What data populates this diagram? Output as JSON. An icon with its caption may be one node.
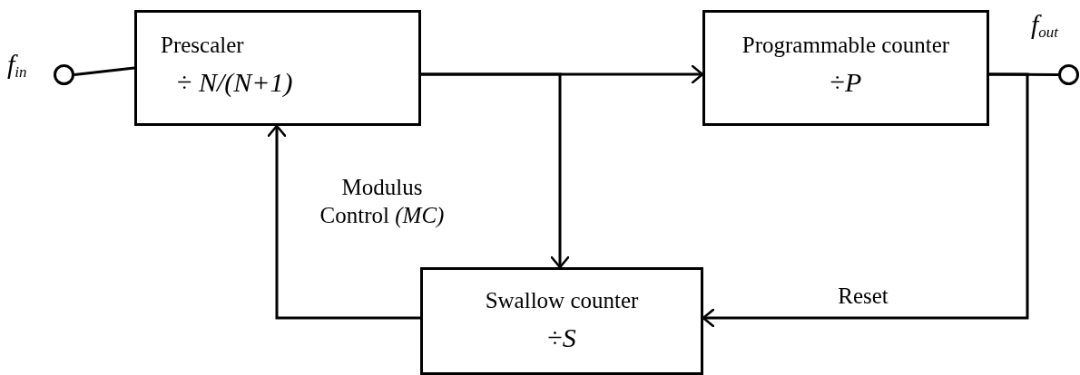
{
  "diagram": {
    "nodes": [
      {
        "text": [],
        "shape": "circle",
        "beside": [
          "f$_{in}$"
        ]
      },
      {
        "text": [
          "Prescaler",
          "÷ *N/(N+1)*"
        ]
      },
      {
        "text": [
          "Programmable counter",
          "÷*P*"
        ]
      },
      {
        "text": [
          "Swallow counter",
          "÷*S*"
        ]
      },
      {
        "text": [],
        "shape": "circle",
        "beside": [
          "f$_{out}$"
        ]
      }
    ],
    "edges": [
      {
        "from": 0,
        "to": 1,
        "arrow": "none"
      },
      {
        "from": 1,
        "to": 2,
        "arrow": "to"
      },
      {
        "from": 1,
        "to": 3,
        "arrow": "to"
      },
      {
        "from": 2,
        "to": 4,
        "arrow": "none"
      },
      {
        "from": 2,
        "to": 3,
        "arrow": "to",
        "label": "Reset"
      },
      {
        "from": 3,
        "to": 1,
        "arrow": "to",
        "label": "Modulus Control *(MC)*"
      }
    ]
  }
}
